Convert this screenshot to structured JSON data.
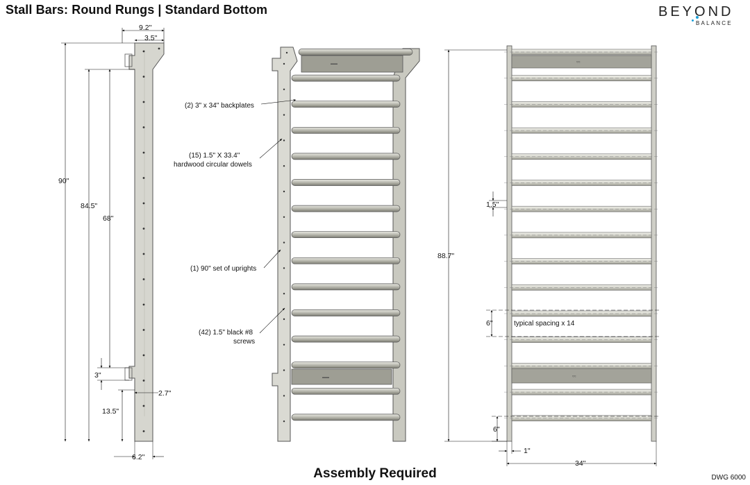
{
  "title": "Stall Bars: Round Rungs | Standard Bottom",
  "logo": {
    "main": "BEYOND",
    "sub": "BALANCE",
    "accent": "#1a9fd8"
  },
  "footer": "Assembly Required",
  "drawing_number": "DWG 6000",
  "side_view": {
    "dims": {
      "overall_depth": "9.2\"",
      "top_offset": "3.5\"",
      "total_height": "90\"",
      "height_84": "84.5\"",
      "height_68": "68\"",
      "bottom_plate": "3\"",
      "bottom_clear": "13.5\"",
      "bottom_offset": "2.7\"",
      "base_depth": "6.2\""
    }
  },
  "perspective_view": {
    "callouts": {
      "backplates": "(2) 3\" x 34\" backplates",
      "dowels_1": "(15) 1.5\" X 33.4\"",
      "dowels_2": "hardwood circular dowels",
      "uprights": "(1) 90\" set of uprights",
      "screws_1": "(42) 1.5\" black #8",
      "screws_2": "screws"
    },
    "rung_count": 15
  },
  "front_view": {
    "dims": {
      "rung_diameter": "1.5\"",
      "overall_height": "88.7\"",
      "spacing": "6\"",
      "spacing_note": "typical spacing x 14",
      "bottom_gap": "6\"",
      "upright_width": "1\"",
      "overall_width": "34\""
    },
    "rung_count": 15
  },
  "colors": {
    "wood_light": "#d9d9d2",
    "wood_mid": "#c4c4bb",
    "wood_dark": "#a6a69c",
    "plate": "#9a9a90",
    "outline": "#444444"
  }
}
